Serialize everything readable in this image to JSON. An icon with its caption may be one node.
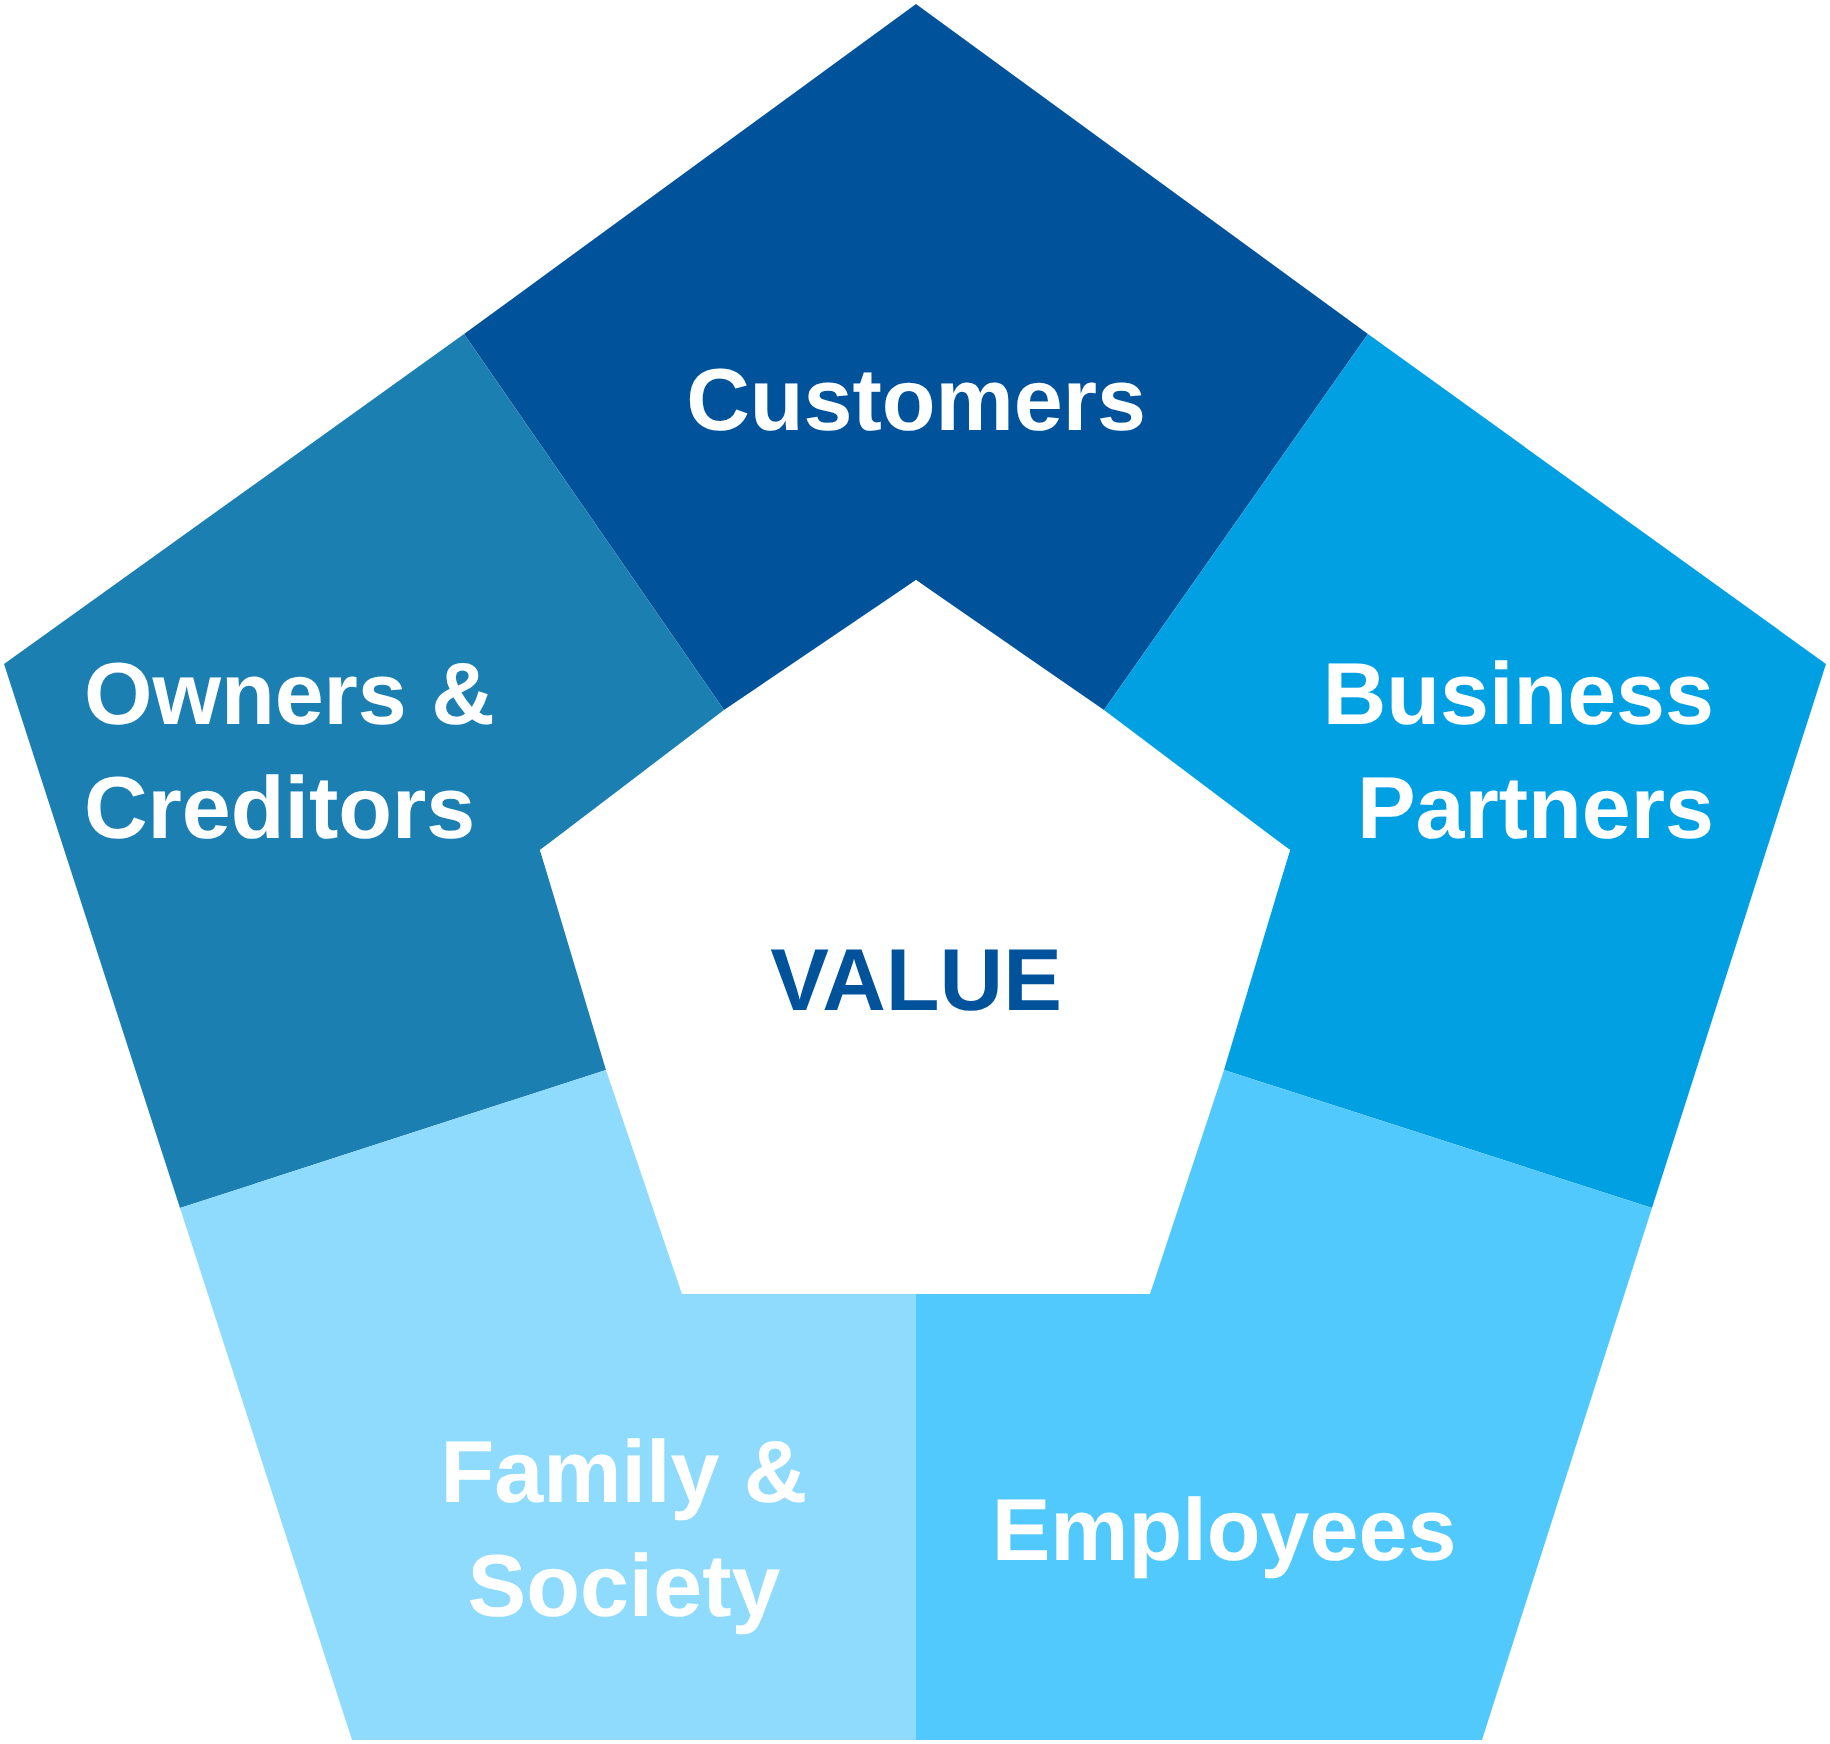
{
  "diagram": {
    "nodes": [
      {
        "text": [
          "Customers"
        ]
      },
      {
        "text": [
          "Owners & Creditors"
        ]
      },
      {
        "text": [
          "Business Partners"
        ]
      },
      {
        "text": [
          "VALUE"
        ]
      },
      {
        "text": [
          "Family & Society"
        ]
      },
      {
        "text": [
          "Employees"
        ]
      }
    ]
  }
}
